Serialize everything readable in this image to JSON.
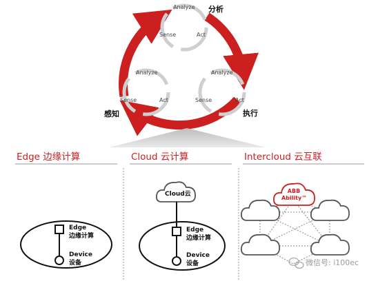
{
  "cycle": {
    "top": {
      "analyze": "Analyze",
      "sense": "Sense",
      "act": "Act",
      "cn": "分析"
    },
    "left": {
      "analyze": "Analyze",
      "sense": "Sense",
      "act": "Act",
      "cn": "感知"
    },
    "right": {
      "analyze": "Analyze",
      "sense": "Sense",
      "act": "Act",
      "cn": "执行"
    }
  },
  "sections": {
    "edge": {
      "title": "Edge 边缘计算",
      "edge_label": "Edge",
      "edge_cn": "边缘计算",
      "device_label": "Device",
      "device_cn": "设备"
    },
    "cloud": {
      "title": "Cloud 云计算",
      "cloud_label": "Cloud云",
      "edge_label": "Edge",
      "edge_cn": "边缘计算",
      "device_label": "Device",
      "device_cn": "设备"
    },
    "intercloud": {
      "title": "Intercloud 云互联",
      "abb_line1": "ABB",
      "abb_line2": "Ability™"
    }
  },
  "watermark": {
    "text": "微信号: i100ec"
  },
  "colors": {
    "accent_red": "#cc1f1f",
    "cloud_gray": "#555555",
    "divider_gray": "#999999"
  }
}
